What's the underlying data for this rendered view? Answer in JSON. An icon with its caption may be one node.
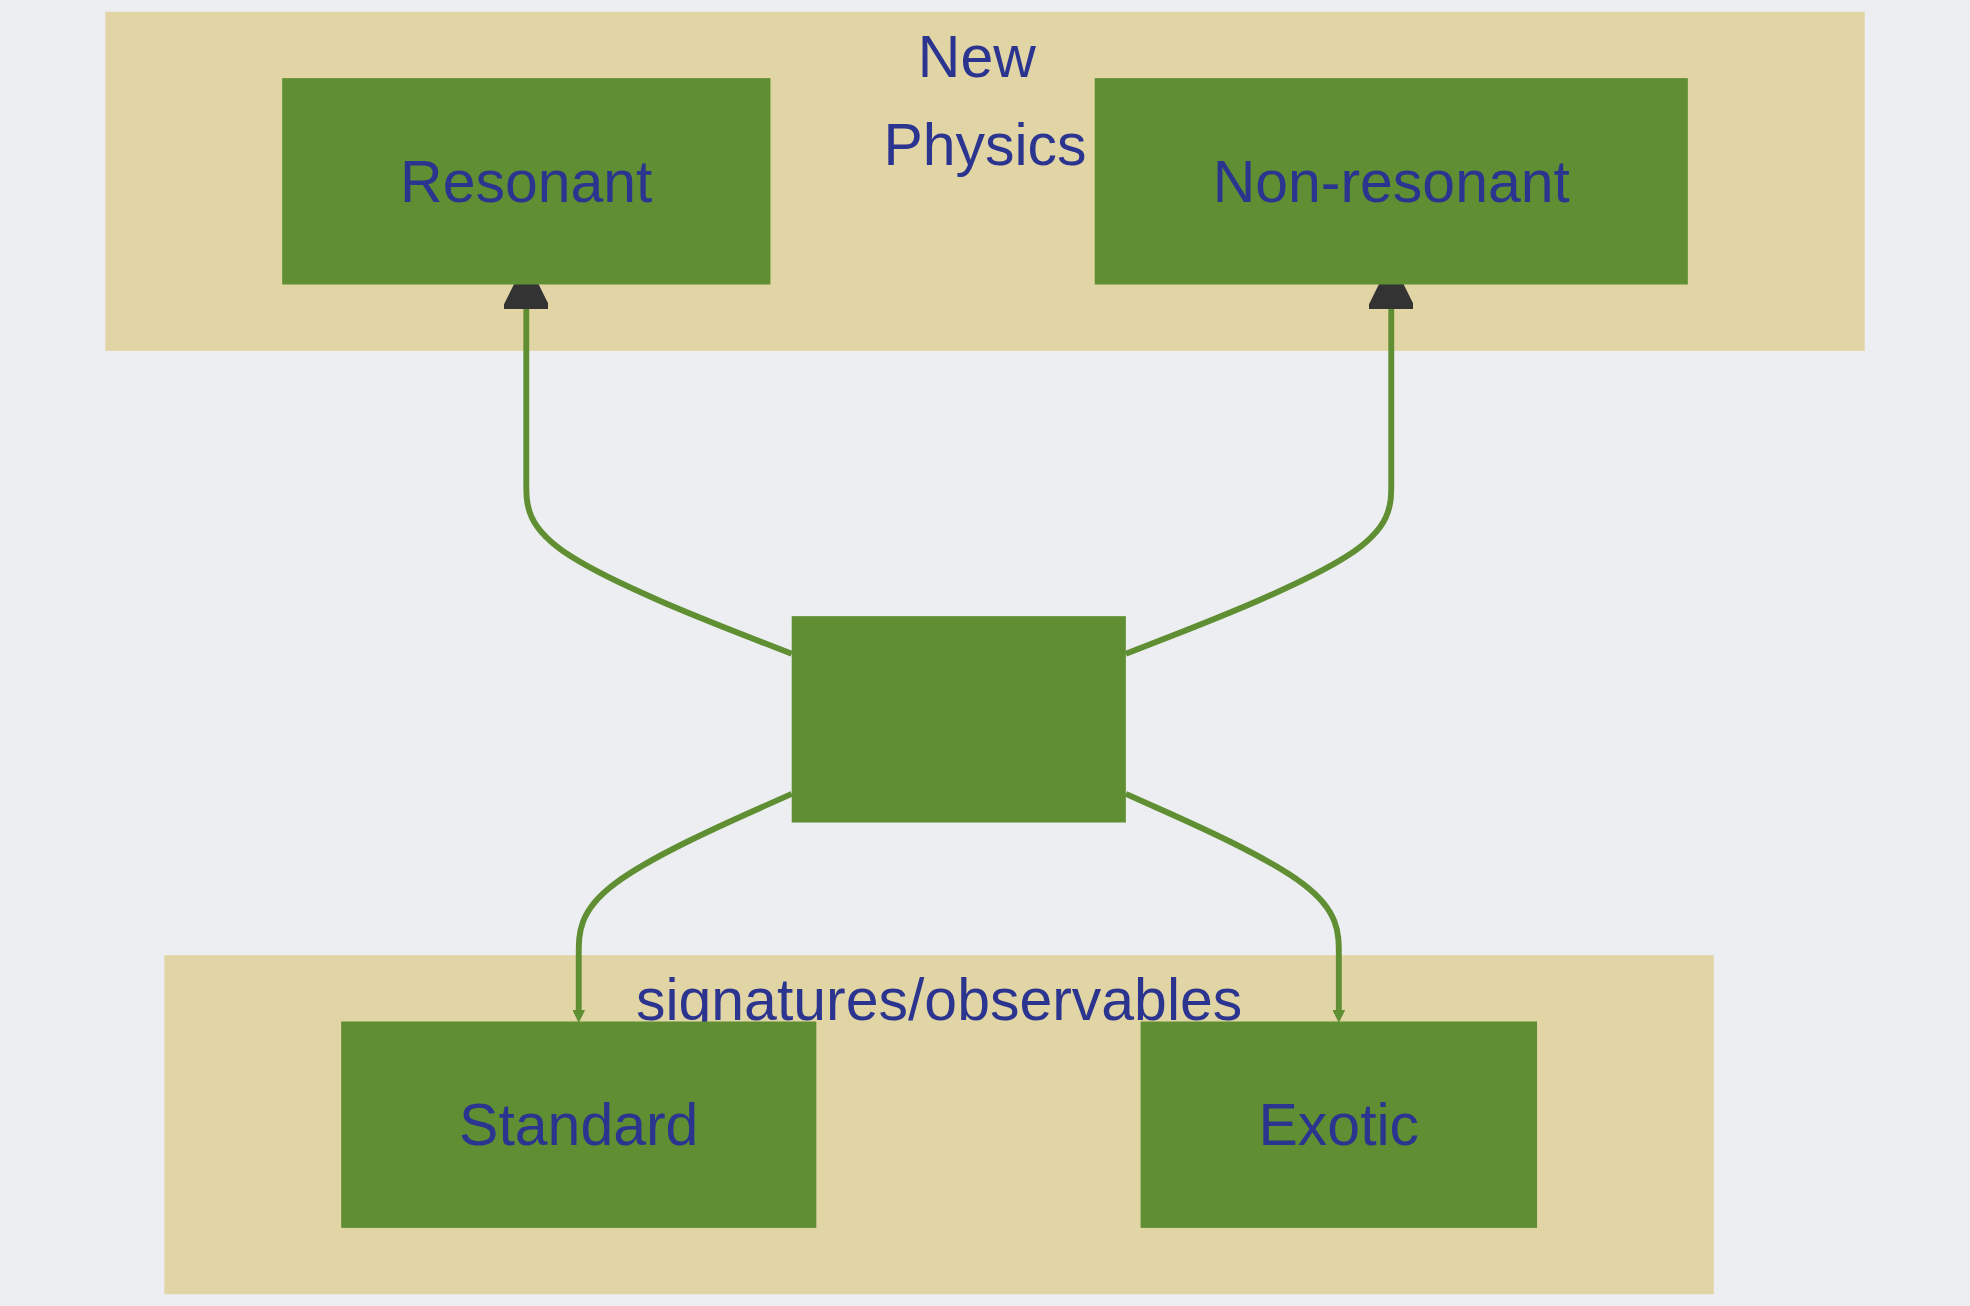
{
  "diagram": {
    "nodes": [
      {
        "text": [
          "New Physics"
        ]
      },
      {
        "text": [
          "Resonant"
        ],
        "in": 0
      },
      {
        "text": [
          "Non-resonant"
        ],
        "in": 0
      },
      {
        "text": [],
        "shape": "box"
      },
      {
        "text": [
          "signatures/observables"
        ]
      },
      {
        "text": [
          "Standard"
        ],
        "in": 4
      },
      {
        "text": [
          "Exotic"
        ],
        "in": 4
      }
    ],
    "edges": [
      {
        "from": 3,
        "to": 1,
        "arrow": "to"
      },
      {
        "from": 3,
        "to": 2,
        "arrow": "to"
      },
      {
        "from": 3,
        "to": 5,
        "arrow": "to"
      },
      {
        "from": 3,
        "to": 6,
        "arrow": "to"
      }
    ]
  }
}
